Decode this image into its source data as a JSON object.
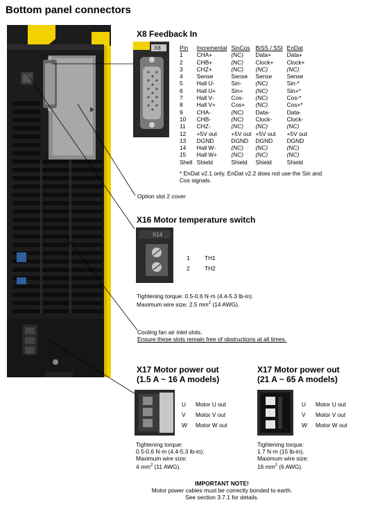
{
  "page_title": "Bottom panel connectors",
  "x8": {
    "title": "X8 Feedback In",
    "connector_label": "X8",
    "headers": [
      "Pin",
      "Incremental",
      "SinCos",
      "BiSS / SSI",
      "EnDat"
    ],
    "rows": [
      [
        "1",
        "CHA+",
        "(NC)",
        "Data+",
        "Data+"
      ],
      [
        "2",
        "CHB+",
        "(NC)",
        "Clock+",
        "Clock+"
      ],
      [
        "3",
        "CHZ+",
        "(NC)",
        "(NC)",
        "(NC)"
      ],
      [
        "4",
        "Sense",
        "Sense",
        "Sense",
        "Sense"
      ],
      [
        "5",
        "Hall U-",
        "Sin-",
        "(NC)",
        "Sin-*"
      ],
      [
        "6",
        "Hall U+",
        "Sin+",
        "(NC)",
        "Sin+*"
      ],
      [
        "7",
        "Hall V-",
        "Cos-",
        "(NC)",
        "Cos-*"
      ],
      [
        "8",
        "Hall V+",
        "Cos+",
        "(NC)",
        "Cos+*"
      ],
      [
        "9",
        "CHA-",
        "(NC)",
        "Data-",
        "Data-"
      ],
      [
        "10",
        "CHB-",
        "(NC)",
        "Clock-",
        "Clock-"
      ],
      [
        "11",
        "CHZ-",
        "(NC)",
        "(NC)",
        "(NC)"
      ],
      [
        "12",
        "+5V out",
        "+5V out",
        "+5V out",
        "+5V out"
      ],
      [
        "13",
        "DGND",
        "DGND",
        "DGND",
        "DGND"
      ],
      [
        "14",
        "Hall W-",
        "(NC)",
        "(NC)",
        "(NC)"
      ],
      [
        "15",
        "Hall W+",
        "(NC)",
        "(NC)",
        "(NC)"
      ],
      [
        "Shell",
        "Shield",
        "Shield",
        "Shield",
        "Shield"
      ]
    ],
    "footnote_line1": "* EnDat v2.1 only. EnDat v2.2 does not use the Sin and",
    "footnote_line2": "Cos signals."
  },
  "option_slot_label": "Option slot 2 cover",
  "x16": {
    "title": "X16 Motor temperature switch",
    "connector_label": "X14",
    "pins": [
      {
        "num": "1",
        "name": "TH1"
      },
      {
        "num": "2",
        "name": "TH2"
      }
    ],
    "torque": "Tightening torque: 0.5-0.6 N·m (4.4-5.3 lb-in).",
    "wire_prefix": "Maximum wire size: 2.5 mm",
    "wire_sup": "2",
    "wire_suffix": " (14 AWG)."
  },
  "cooling": {
    "line1": "Cooling fan air inlet slots.",
    "line2": "Ensure these slots remain free of obstructions at all times."
  },
  "x17_small": {
    "title_line1": "X17 Motor power out",
    "title_line2": "(1.5 A ~ 16 A models)",
    "pins": [
      {
        "code": "U",
        "name": "Motor U out"
      },
      {
        "code": "V",
        "name": "Motor V out"
      },
      {
        "code": "W",
        "name": "Motor W out"
      }
    ],
    "spec_line1": "Tightening torque:",
    "spec_line2": "0.5-0.6 N·m (4.4-5.3 lb-in).",
    "spec_line3": "Maximum wire size:",
    "wire_prefix": "4 mm",
    "wire_sup": "2",
    "wire_suffix": " (11 AWG)."
  },
  "x17_large": {
    "title_line1": "X17 Motor power out",
    "title_line2": "(21 A ~ 65 A models)",
    "pins": [
      {
        "code": "U",
        "name": "Motor U out"
      },
      {
        "code": "V",
        "name": "Motor V out"
      },
      {
        "code": "W",
        "name": "Motor W out"
      }
    ],
    "spec_line1": "Tightening torque:",
    "spec_line2": "1.7 N·m (15 lb-in).",
    "spec_line3": "Maximum wire size:",
    "wire_prefix": "16 mm",
    "wire_sup": "2",
    "wire_suffix": " (6 AWG)."
  },
  "note": {
    "title": "IMPORTANT NOTE!",
    "line1": "Motor power cables must be correctly bonded to earth.",
    "line2": "See section 3.7.1 for details."
  },
  "colors": {
    "drive_body": "#1c1c1c",
    "accent_yellow": "#f2d100",
    "connector_grey": "#a8a8a8",
    "leader_line": "#000000"
  }
}
